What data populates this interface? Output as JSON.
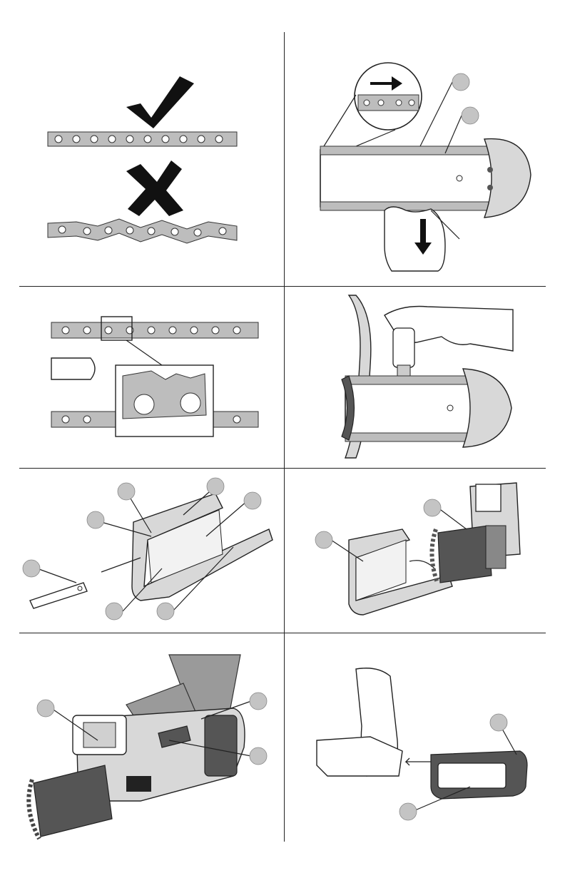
{
  "document": {
    "panels": [
      {
        "id": "correct-incorrect-chain"
      },
      {
        "id": "chain-direction-on-bar"
      },
      {
        "id": "cutter-detail"
      },
      {
        "id": "oiling-chain"
      },
      {
        "id": "chain-guard-parts"
      },
      {
        "id": "installing-guard"
      },
      {
        "id": "holding-tool"
      },
      {
        "id": "battery-insertion"
      }
    ]
  }
}
